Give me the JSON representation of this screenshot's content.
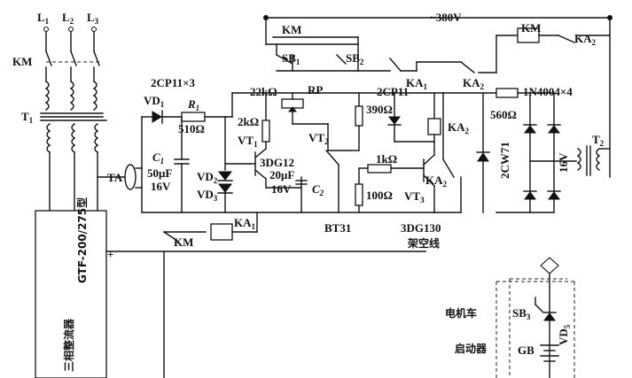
{
  "labels": {
    "l1": "L",
    "l1_sub": "1",
    "l2": "L",
    "l2_sub": "2",
    "l3": "L",
    "l3_sub": "3",
    "km_main": "KM",
    "t1": "T",
    "t1_sub": "1",
    "ta": "TA",
    "rectifier_model": "GTF-200/275型",
    "rectifier_name": "三相整流器",
    "plus": "+",
    "vd1_type": "2CP11×3",
    "vd1": "VD",
    "vd1_sub": "1",
    "r1": "R",
    "r1_sub": "1",
    "r1_val": "510Ω",
    "c1": "C",
    "c1_sub": "1",
    "c1_cap": "50μF",
    "c1_volt": "16V",
    "vd2": "VD",
    "vd2_sub": "2",
    "vd3": "VD",
    "vd3_sub": "3",
    "vt1": "VT",
    "vt1_sub": "1",
    "vt1_type": "3DG12",
    "r_2k": "2kΩ",
    "rp_val": "22kΩ",
    "rp": "RP",
    "c2_cap": "20μF",
    "c2_volt": "16V",
    "c2": "C",
    "c2_sub": "2",
    "vt2": "VT",
    "vt2_sub": "2",
    "bt31": "BT31",
    "r_390": "390Ω",
    "diode_2cp11": "2CP11",
    "r_1k": "1kΩ",
    "r_100": "100Ω",
    "vt3": "VT",
    "vt3_sub": "3",
    "vt3_type": "3DG130",
    "ka2_coil": "KA",
    "ka2_coil_sub": "2",
    "ka2_contact": "KA",
    "ka2_contact_sub": "2",
    "ka2_top": "KA",
    "ka2_top_sub": "2",
    "ka2_mid": "KA",
    "ka2_mid_sub": "2",
    "ac380": "~380V",
    "km_top": "KM",
    "km_coil": "KM",
    "sb1": "SB",
    "sb1_sub": "1",
    "sb2": "SB",
    "sb2_sub": "2",
    "ka1_top": "KA",
    "ka1_top_sub": "1",
    "r_560": "560Ω",
    "zener_2cw71": "2CW71",
    "bridge_type": "1N4004×4",
    "v16": "16V",
    "t2": "T",
    "t2_sub": "2",
    "km_bottom": "KM",
    "ka1_coil": "KA",
    "ka1_coil_sub": "1",
    "overhead_line": "架空线",
    "locomotive": "电机车",
    "starter": "启动器",
    "sb3": "SB",
    "sb3_sub": "3",
    "vd5": "VD",
    "vd5_sub": "5",
    "gb": "GB"
  }
}
